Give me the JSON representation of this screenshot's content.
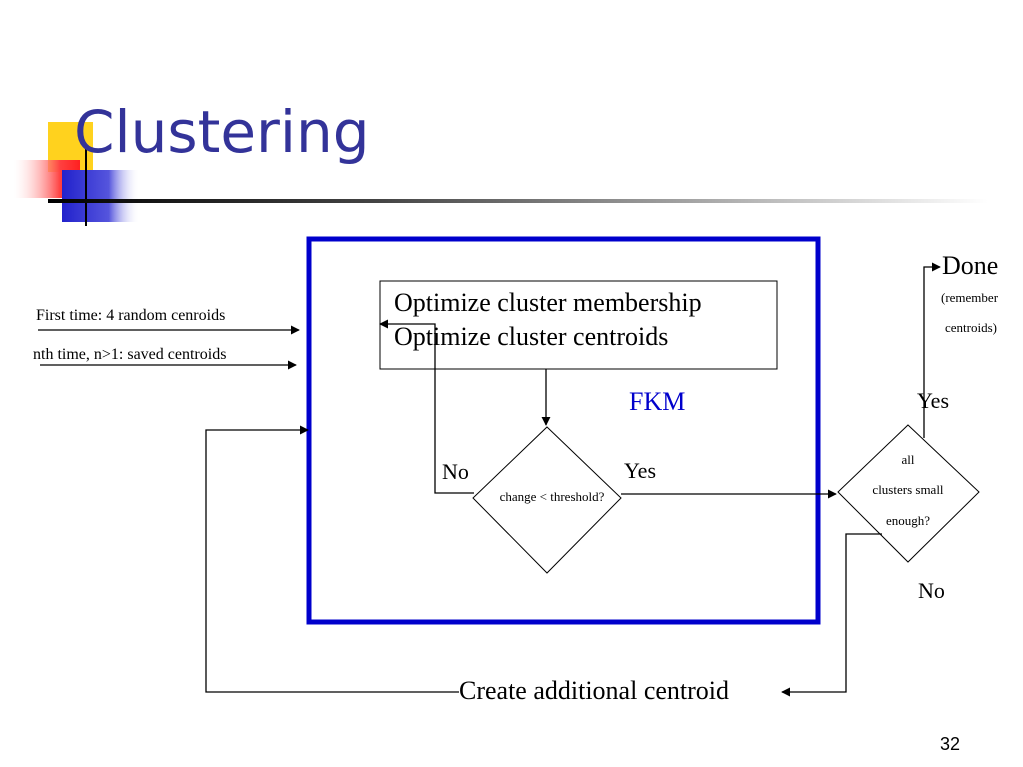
{
  "slide": {
    "title": "Clustering",
    "page_number": "32"
  },
  "inputs": {
    "first_time": "First time: 4 random cenroids",
    "nth_time": "nth time, n>1: saved centroids"
  },
  "process_box": {
    "line1": "Optimize cluster membership",
    "line2": "Optimize cluster centroids"
  },
  "fkm_label": "FKM",
  "decision_threshold": {
    "text": "change < threshold?",
    "no_label": "No",
    "yes_label": "Yes"
  },
  "decision_clusters": {
    "line1": "all",
    "line2": "clusters small",
    "line3": "enough?",
    "yes_label": "Yes",
    "no_label": "No"
  },
  "done": {
    "label": "Done",
    "note_line1": "(remember",
    "note_line2": "centroids)"
  },
  "create_centroid": "Create additional centroid",
  "colors": {
    "title": "#333399",
    "fkm_frame": "#0000cc",
    "fkm_label": "#0000cc",
    "logo_yellow": "#ffd21e",
    "logo_red": "#ff3333",
    "logo_blue": "#3333cc"
  }
}
